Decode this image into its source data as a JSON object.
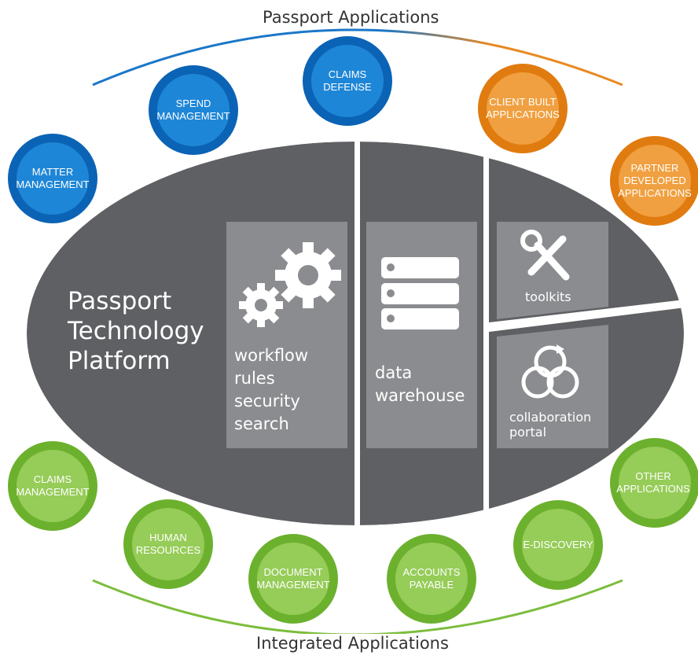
{
  "top_label": "Passport Applications",
  "bottom_label": "Integrated Applications",
  "platform": {
    "title": "Passport\nTechnology\nPlatform",
    "segment_1": "workflow\nrules\nsecurity\nsearch",
    "segment_2": "data\nwarehouse",
    "segment_3": "toolkits",
    "segment_4": "collaboration\nportal"
  },
  "blue_apps": [
    {
      "label": "MATTER\nMANAGEMENT"
    },
    {
      "label": "SPEND\nMANAGEMENT"
    },
    {
      "label": "CLAIMS\nDEFENSE"
    }
  ],
  "orange_apps": [
    {
      "label": "CLIENT BUILT\nAPPLICATIONS"
    },
    {
      "label": "PARTNER\nDEVELOPED\nAPPLICATIONS"
    }
  ],
  "green_apps": [
    {
      "label": "CLAIMS\nMANAGEMENT"
    },
    {
      "label": "HUMAN\nRESOURCES"
    },
    {
      "label": "DOCUMENT\nMANAGEMENT"
    },
    {
      "label": "ACCOUNTS\nPAYABLE"
    },
    {
      "label": "E-DISCOVERY"
    },
    {
      "label": "OTHER\nAPPLICATIONS"
    }
  ],
  "colors": {
    "platform": "#5f6063",
    "panel": "#8b8c8f",
    "blue_outer": "#0b63b5",
    "blue_inner": "#1e86d6",
    "orange_outer": "#e07b10",
    "orange_inner": "#f0a040",
    "green_outer": "#6cb12e",
    "green_inner": "#96cc58"
  }
}
